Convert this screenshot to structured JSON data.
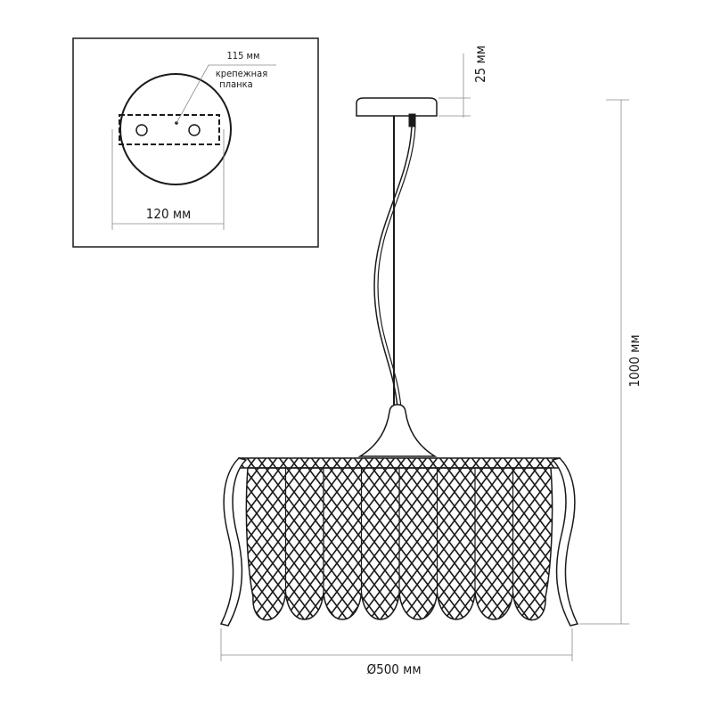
{
  "inset": {
    "bar_length_label": "115 мм",
    "bar_caption_line1": "крепежная",
    "bar_caption_line2": "планка",
    "canopy_diameter_label": "120 мм"
  },
  "dimensions": {
    "canopy_height_label": "25 мм",
    "total_height_label": "1000 мм",
    "diameter_label": "Ø500 мм"
  },
  "colors": {
    "line": "#1a1a1a",
    "dim": "#8a8a8a"
  }
}
